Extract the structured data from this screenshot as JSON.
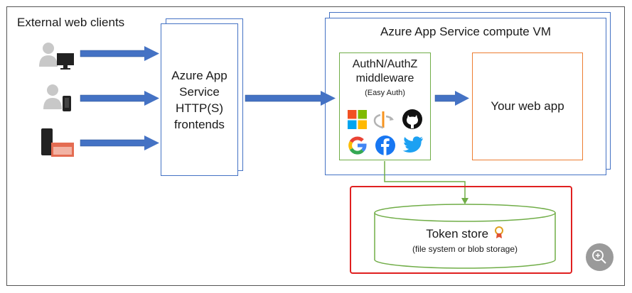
{
  "external_clients": {
    "title": "External web clients",
    "clients": [
      {
        "icon": "user-desktop-icon"
      },
      {
        "icon": "user-phone-icon"
      },
      {
        "icon": "devices-icon"
      }
    ]
  },
  "frontends": {
    "label": "Azure App\nService\nHTTP(S)\nfrontends"
  },
  "compute_vm": {
    "title": "Azure App Service compute VM",
    "middleware": {
      "title": "AuthN/AuthZ\nmiddleware",
      "subtitle": "(Easy Auth)",
      "providers": [
        {
          "icon": "microsoft-icon",
          "color": "#f25022"
        },
        {
          "icon": "openid-icon",
          "color": "#f7931e"
        },
        {
          "icon": "github-icon",
          "color": "#111111"
        },
        {
          "icon": "google-icon",
          "color": "#4285f4"
        },
        {
          "icon": "facebook-icon",
          "color": "#1877f2"
        },
        {
          "icon": "twitter-icon",
          "color": "#1da1f2"
        }
      ]
    },
    "web_app": {
      "label": "Your web app"
    }
  },
  "token_store": {
    "label": "Token store",
    "subtitle": "(file system or blob storage)",
    "icon": "certificate-icon"
  },
  "zoom_button": {
    "icon": "zoom-in-icon"
  },
  "colors": {
    "arrow": "#4472c4",
    "frontend_border": "#4472c4",
    "middleware_border": "#70ad47",
    "app_border": "#ed7d31",
    "highlight": "#e02020"
  }
}
